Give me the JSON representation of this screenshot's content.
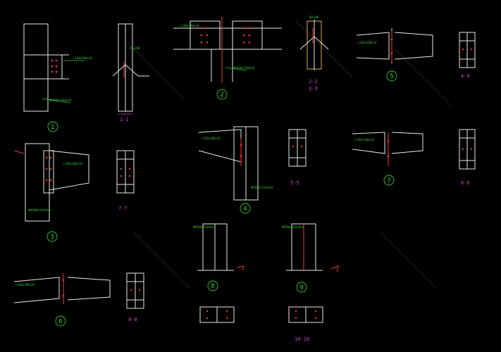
{
  "drawing": {
    "details": [
      {
        "id": "1",
        "label": "1"
      },
      {
        "id": "2",
        "label": "2"
      },
      {
        "id": "3",
        "label": "3"
      },
      {
        "id": "4",
        "label": "4"
      },
      {
        "id": "5",
        "label": "5"
      },
      {
        "id": "6",
        "label": "6"
      },
      {
        "id": "7",
        "label": "7"
      },
      {
        "id": "8",
        "label": "8"
      },
      {
        "id": "9",
        "label": "9"
      }
    ],
    "sections": {
      "s11": "1-1",
      "s22": "2-2",
      "s33": "3-3",
      "s44": "4-4",
      "s55": "5-5",
      "s66": "6-6",
      "s77": "7-7",
      "s88": "8-8",
      "s1010": "10-10"
    },
    "colors": {
      "lines": "#e8e8e8",
      "annotation": "#2ecc2e",
      "section_label": "#d640d6",
      "bolts": "#ff3030",
      "background": "#000000"
    }
  }
}
